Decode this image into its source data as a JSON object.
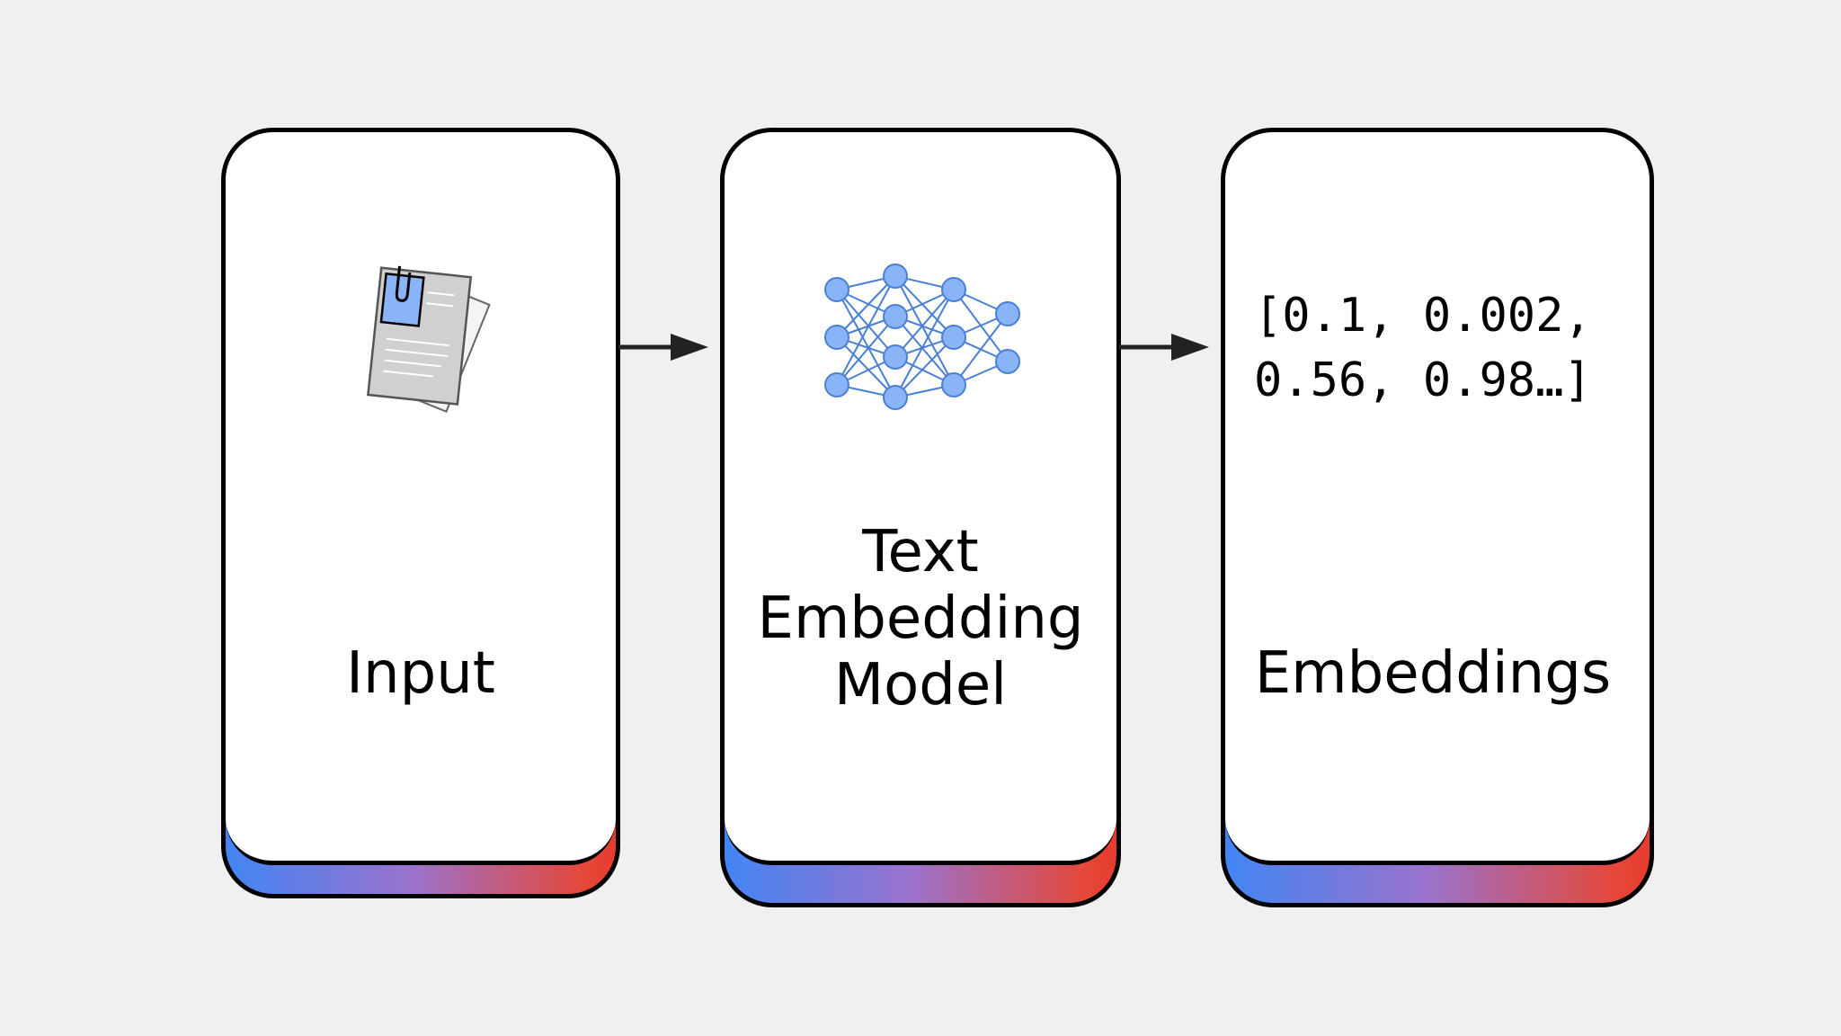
{
  "diagram": {
    "input_card": {
      "title": "Input",
      "icon": "document-icon"
    },
    "model_card": {
      "title_lines": [
        "Text",
        "Embedding",
        "Model"
      ],
      "icon": "neural-network-icon"
    },
    "embeddings_card": {
      "vector_lines": [
        "[0.1, 0.002,",
        "0.56, 0.98…]"
      ],
      "title": "Embeddings"
    },
    "colors": {
      "background": "#f0f0f0",
      "card_face": "#ffffff",
      "outline": "#000000",
      "gradient_start": "#4285f4",
      "gradient_mid": "#9b72cb",
      "gradient_end": "#e63b2e",
      "node_fill": "#8ab4f8",
      "edge_color": "#4a7fd6"
    }
  }
}
